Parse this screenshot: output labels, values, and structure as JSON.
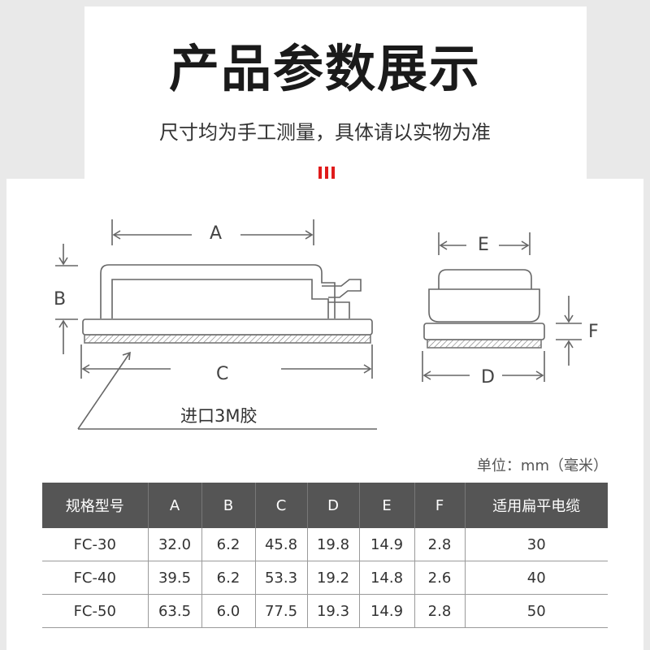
{
  "header": {
    "title": "产品参数展示",
    "subtitle": "尺寸均为手工测量，具体请以实物为准"
  },
  "diagram": {
    "labels": {
      "a": "A",
      "b": "B",
      "c": "C",
      "d": "D",
      "e": "E",
      "f": "F"
    },
    "glue_label": "进口3M胶"
  },
  "unit_label": "单位：mm（毫米）",
  "table": {
    "headers": [
      "规格型号",
      "A",
      "B",
      "C",
      "D",
      "E",
      "F",
      "适用扁平电缆"
    ],
    "rows": [
      [
        "FC-30",
        "32.0",
        "6.2",
        "45.8",
        "19.8",
        "14.9",
        "2.8",
        "30"
      ],
      [
        "FC-40",
        "39.5",
        "6.2",
        "53.3",
        "19.2",
        "14.8",
        "2.6",
        "40"
      ],
      [
        "FC-50",
        "63.5",
        "6.0",
        "77.5",
        "19.3",
        "14.9",
        "2.8",
        "50"
      ]
    ]
  },
  "colors": {
    "header_bg": "#555555",
    "accent": "#e01b1b"
  }
}
